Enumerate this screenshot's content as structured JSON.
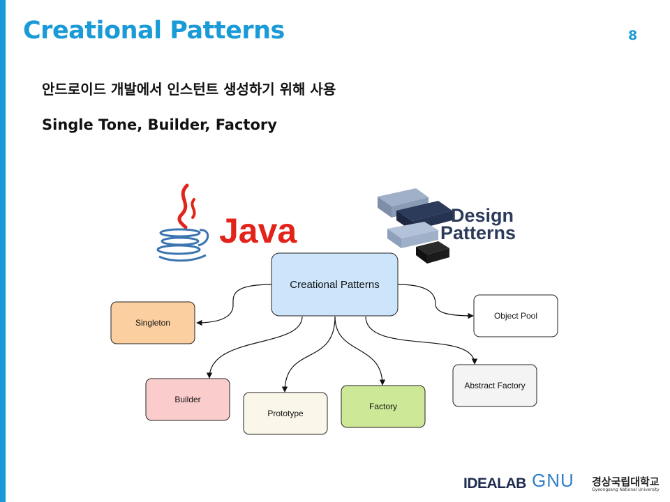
{
  "slide": {
    "title": "Creational Patterns",
    "page_number": "8",
    "line1": "안드로이드 개발에서 인스턴트 생성하기 위해 사용",
    "line2": "Single Tone, Builder, Factory"
  },
  "logos": {
    "java": "Java",
    "design_patterns_1": "Design",
    "design_patterns_2": "Patterns"
  },
  "diagram": {
    "root": "Creational Patterns",
    "singleton": "Singleton",
    "object_pool": "Object Pool",
    "builder": "Builder",
    "prototype": "Prototype",
    "factory": "Factory",
    "abstract_factory": "Abstract Factory"
  },
  "footer": {
    "lab": "IDEALAB",
    "gnu": "GNU",
    "university": "경상국립대학교",
    "university_en": "Gyeongsang National University"
  },
  "colors": {
    "accent": "#1a9ad6",
    "root_fill": "#cce5fb",
    "singleton_fill": "#fbcf9f",
    "builder_fill": "#fbcccc",
    "prototype_fill": "#fbf6ea",
    "factory_fill": "#cde997",
    "abstract_factory_fill": "#f4f4f4",
    "object_pool_fill": "#ffffff"
  }
}
